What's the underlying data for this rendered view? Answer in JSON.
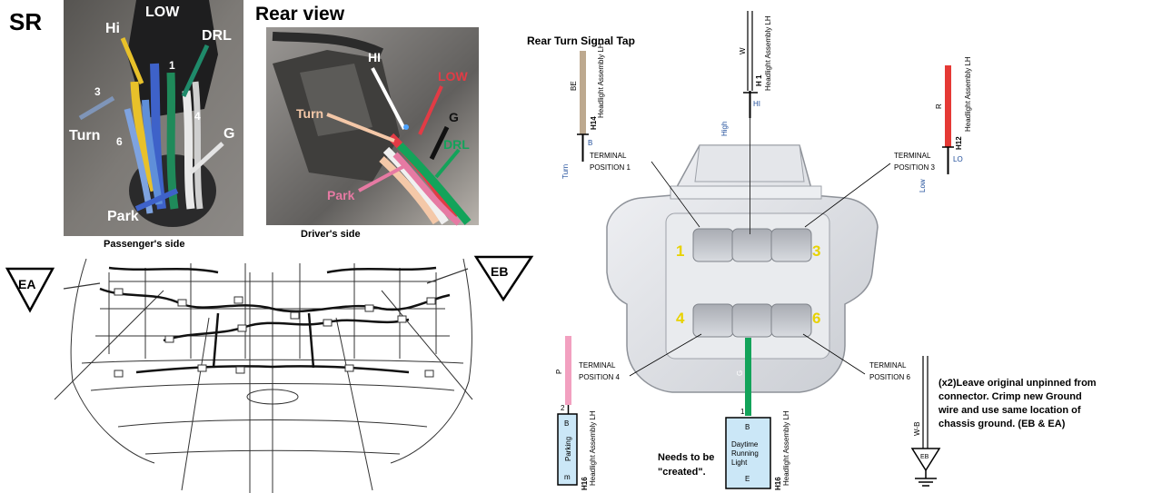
{
  "header": {
    "sr": "SR",
    "rear_view": "Rear view"
  },
  "photo_left": {
    "labels": {
      "hi": "Hi",
      "low": "LOW",
      "drl": "DRL",
      "n1": "1",
      "n3": "3",
      "n4": "4",
      "n6": "6",
      "turn": "Turn",
      "g": "G",
      "park": "Park"
    },
    "caption": "Passenger's side"
  },
  "photo_right": {
    "labels": {
      "hi": "HI",
      "low": "LOW",
      "turn": "Turn",
      "g": "G",
      "drl": "DRL",
      "park": "Park"
    },
    "caption": "Driver's side"
  },
  "grounds": {
    "ea": "EA",
    "eb": "EB"
  },
  "diagram": {
    "title": "Rear Turn Signal Tap",
    "assembly": "Headlight Assembly LH",
    "wire_be": "BE",
    "conn_h14": "H14",
    "pin_b": "B",
    "turn": "Turn",
    "wire_w": "W",
    "conn_h1": "H 1",
    "pin_hi": "HI",
    "high": "High",
    "wire_r": "R",
    "conn_h12": "H12",
    "pin_lo": "LO",
    "low": "Low",
    "terminal": "TERMINAL",
    "pos1": "POSITION 1",
    "pos3": "POSITION 3",
    "pos4": "POSITION 4",
    "pos6": "POSITION 6",
    "cav": {
      "c1": "1",
      "c3": "3",
      "c4": "4",
      "c6": "6"
    },
    "wire_p": "P",
    "pin_2": "2",
    "parking": "Parking",
    "park_b": "B",
    "park_m": "m",
    "conn_h16": "H16",
    "wire_g": "G",
    "pin_1": "1",
    "drl_b": "B",
    "drl_text": [
      "Daytime",
      "Running",
      "Light"
    ],
    "drl_e": "E",
    "needs": [
      "Needs to be",
      "\"created\"."
    ],
    "note": [
      "(x2)Leave original unpinned from",
      "connector. Crimp new Ground",
      "wire and use same location of",
      "chassis ground. (EB & EA)"
    ],
    "wire_wb": "W-B",
    "eb": "EB"
  },
  "colors": {
    "hi_wire": "#e8c12a",
    "low_wire": "#e23b45",
    "drl_wire": "#13a35a",
    "turn_wire": "#5b7fd0",
    "park_wire": "#e67aa3",
    "be_wire": "#bda98f",
    "pink_wire": "#f2a0c0",
    "box_fill": "#cbe7f7",
    "yellow_num": "#e8d200"
  }
}
